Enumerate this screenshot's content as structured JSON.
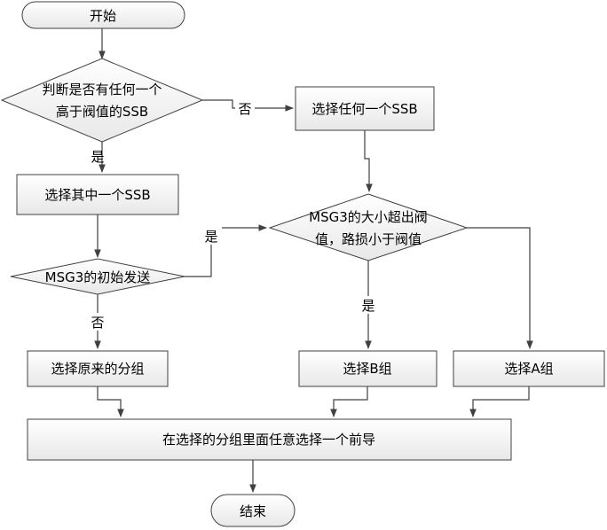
{
  "nodes": {
    "start": "开始",
    "decision1": [
      "判断是否有任何一个",
      "高于阀值的SSB"
    ],
    "select_any": "选择任何一个SSB",
    "select_one": "选择其中一个SSB",
    "decision2": [
      "MSG3的大小超出阀",
      "值，路损小于阀值"
    ],
    "msg3_initial": "MSG3的初始发送",
    "select_original": "选择原来的分组",
    "select_b": "选择B组",
    "select_a": "选择A组",
    "select_preamble": "在选择的分组里面任意选择一个前导",
    "end": "结束"
  },
  "edges": {
    "yes": "是",
    "no": "否"
  }
}
